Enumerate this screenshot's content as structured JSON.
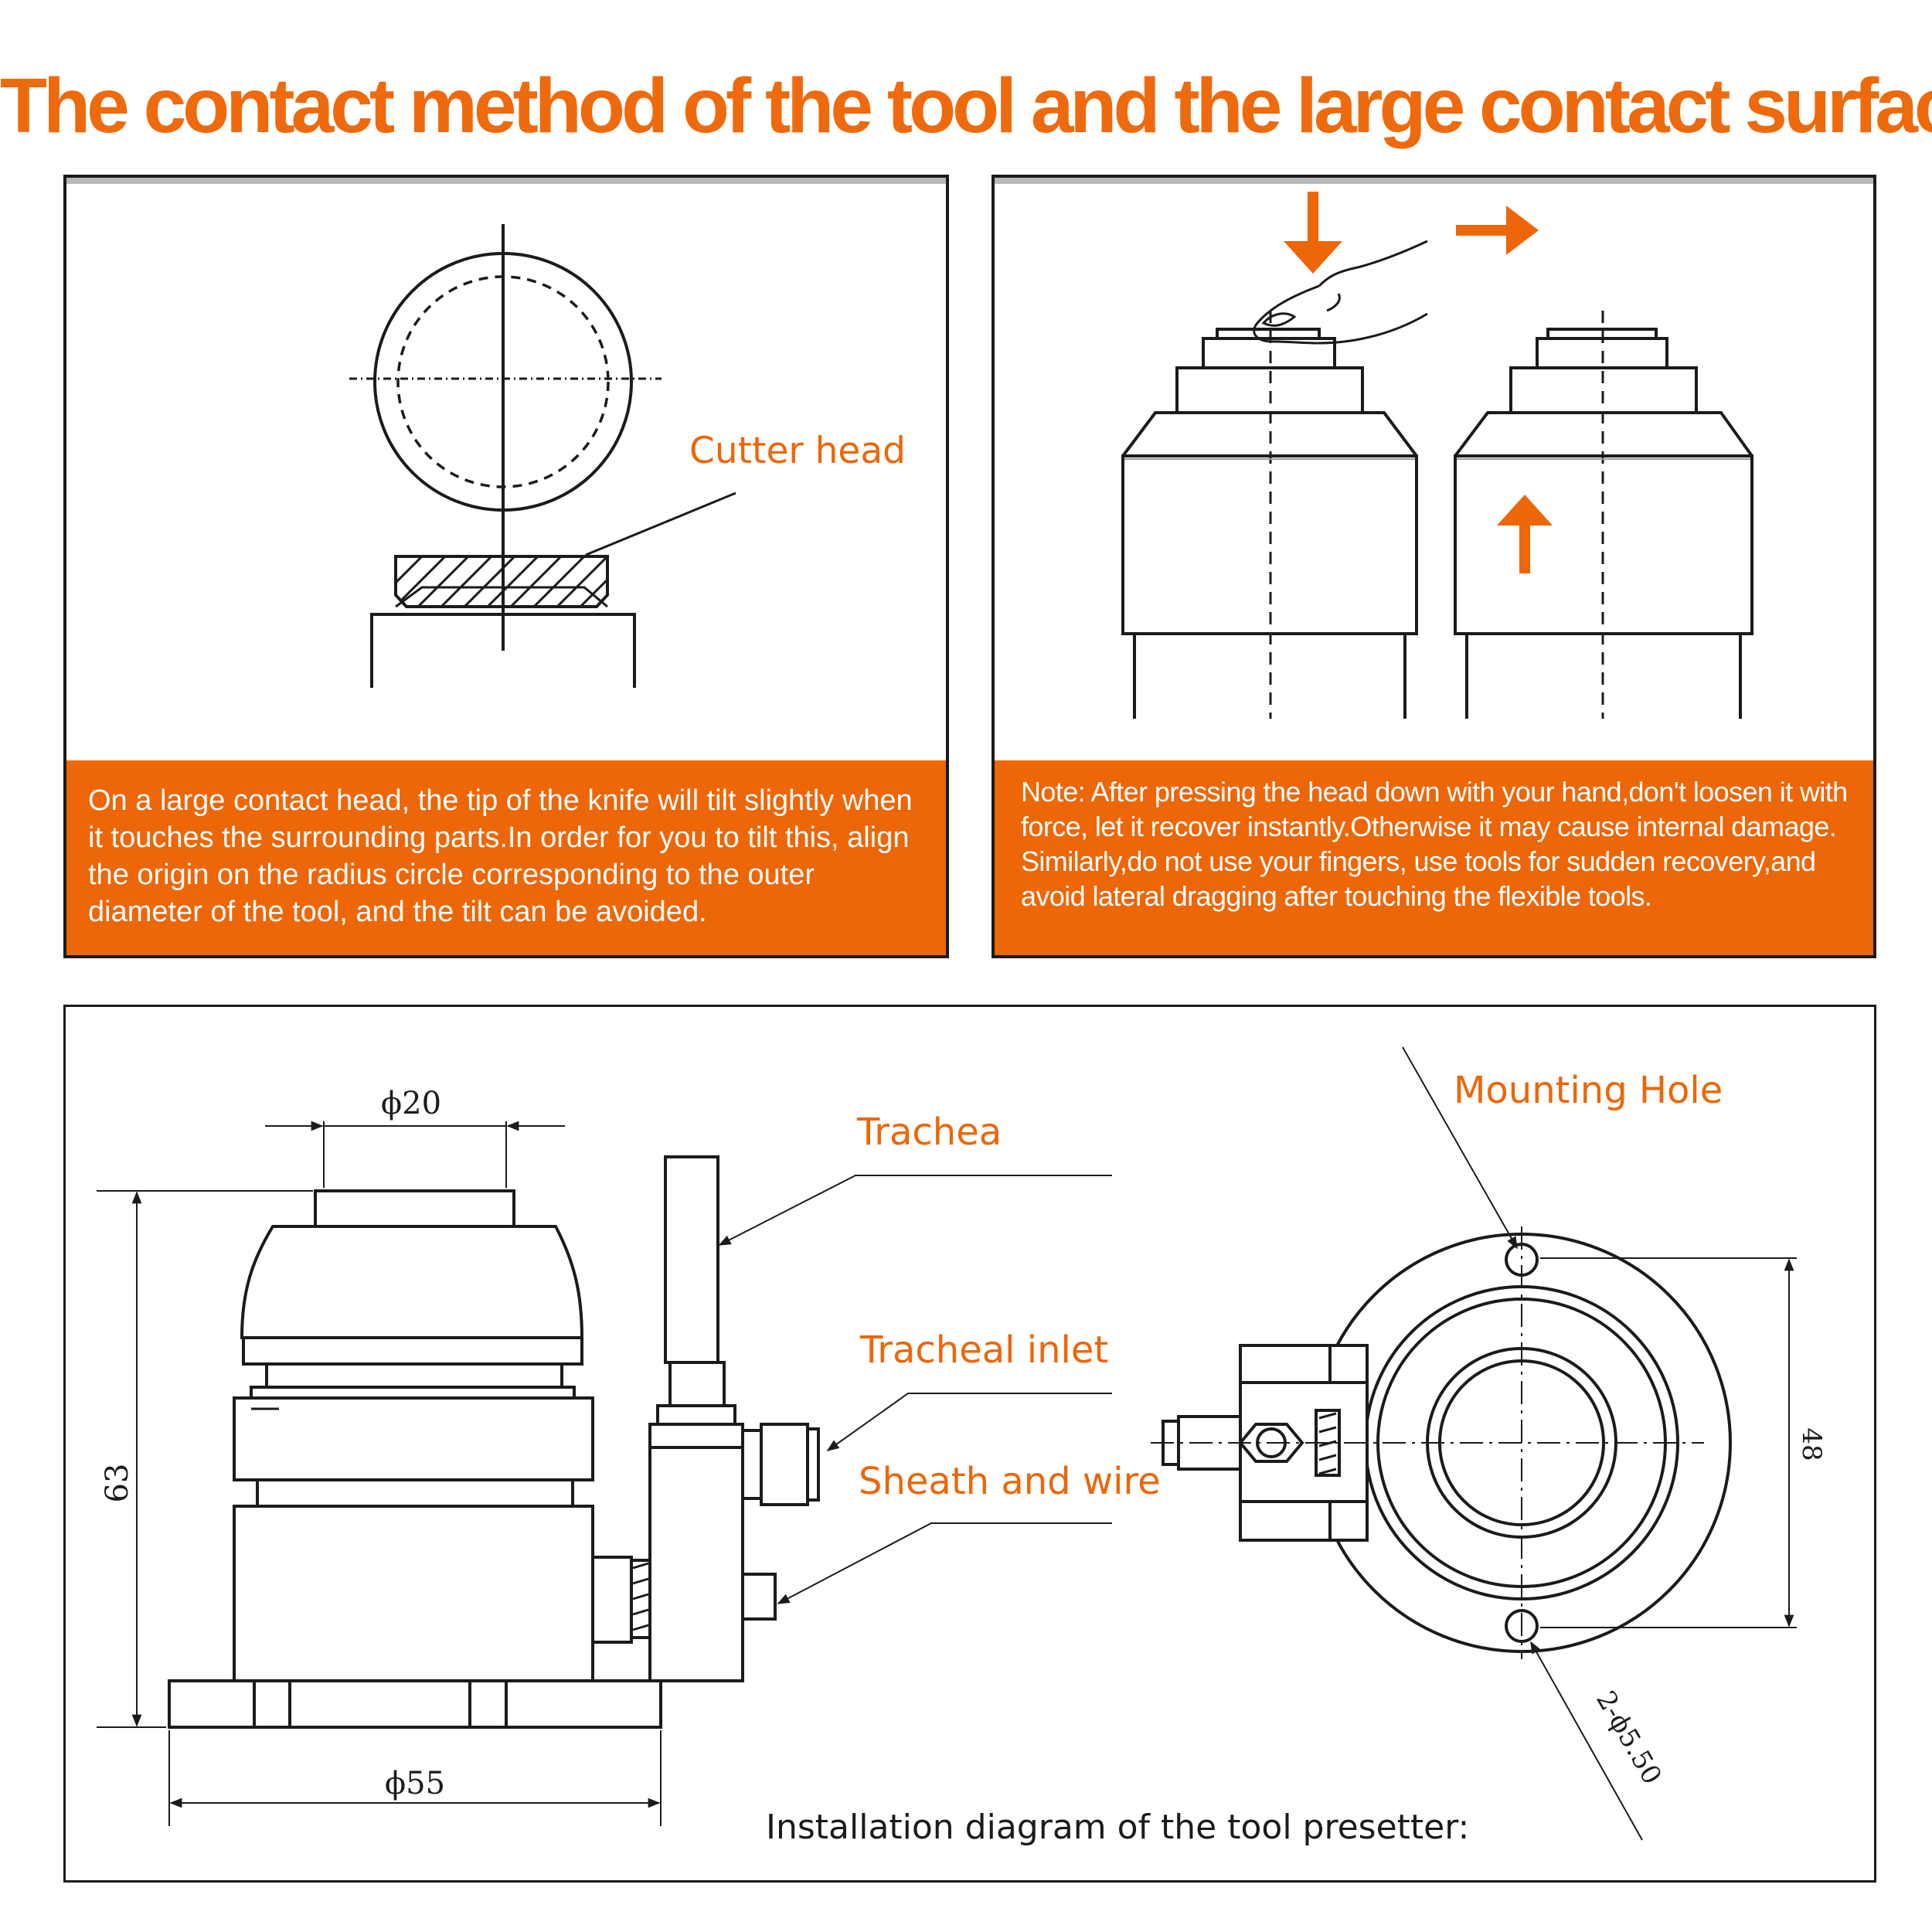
{
  "title": "The contact method of the tool and the large contact surface",
  "panel_left": {
    "label_cutter_head": "Cutter head",
    "note": "On a large contact head, the tip of the knife will tilt slightly when it touches the surrounding parts.In order for you to tilt this, align the origin on the radius circle corresponding to the outer diameter of the tool, and the tilt can be avoided."
  },
  "panel_right": {
    "note": "Note: After pressing the head down with your hand,don't loosen it with force, let it recover instantly.Otherwise it may cause internal damage. Similarly,do not use your fingers, use tools for sudden recovery,and avoid lateral dragging after touching the flexible tools."
  },
  "installation": {
    "caption": "Installation diagram of the tool presetter:",
    "label_trachea": "Trachea",
    "label_tracheal_inlet": "Tracheal inlet",
    "label_sheath_wire": "Sheath and wire",
    "label_mounting_hole": "Mounting Hole",
    "dim_top_diameter": "ϕ20",
    "dim_height": "63",
    "dim_base_diameter": "ϕ55",
    "dim_hole_spacing": "48",
    "dim_holes": "2-ϕ5.50"
  },
  "colors": {
    "accent": "#ed6608",
    "line": "#1b1b1b"
  },
  "icons": [
    "arrow-down-icon",
    "arrow-right-icon",
    "arrow-up-icon",
    "finger-icon"
  ]
}
